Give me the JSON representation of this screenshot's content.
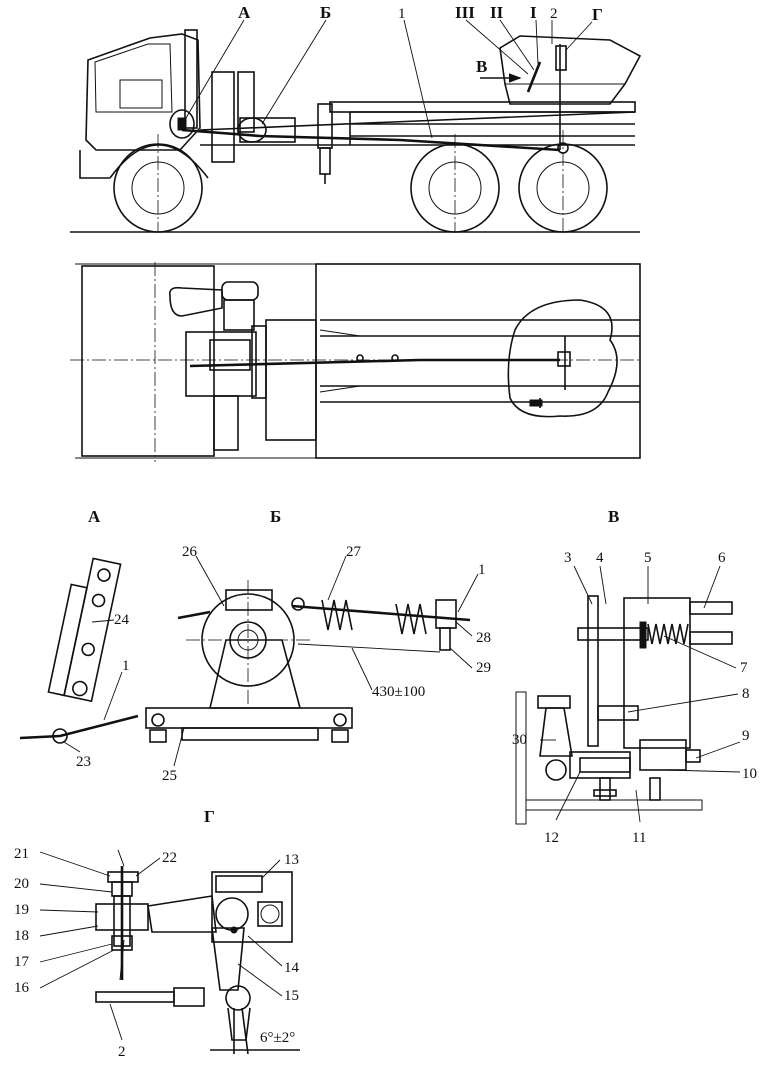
{
  "views": {
    "A": {
      "title": "А"
    },
    "B": {
      "title": "Б"
    },
    "V": {
      "title": "В"
    },
    "G": {
      "title": "Г"
    }
  },
  "main_callouts": [
    "А",
    "Б",
    "1",
    "III",
    "II",
    "I",
    "2",
    "Г",
    "В"
  ],
  "callouts_A": [
    "24",
    "1",
    "23"
  ],
  "callouts_B": [
    "26",
    "27",
    "1",
    "28",
    "29",
    "25"
  ],
  "callouts_V": [
    "3",
    "4",
    "5",
    "6",
    "7",
    "8",
    "30",
    "9",
    "10",
    "12",
    "11"
  ],
  "callouts_G": [
    "21",
    "22",
    "13",
    "20",
    "19",
    "18",
    "17",
    "16",
    "14",
    "15",
    "2"
  ],
  "dimension_B": "430±100",
  "angle_G": "6°±2°",
  "colors": {
    "ink": "#111111",
    "paper": "#ffffff"
  }
}
